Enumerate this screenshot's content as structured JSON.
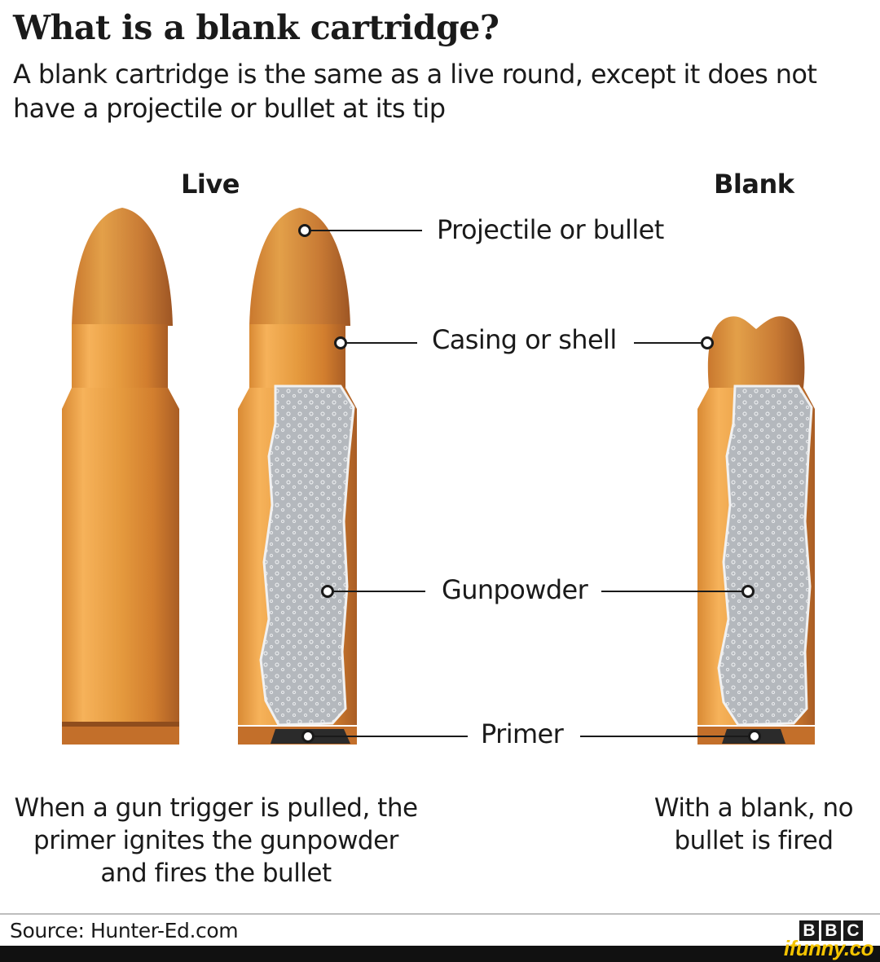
{
  "title": "What is a blank cartridge?",
  "subtitle": "A blank cartridge is the same as a live round, except it does not have a projectile or bullet at its tip",
  "columns": {
    "live": "Live",
    "blank": "Blank"
  },
  "labels": {
    "projectile": "Projectile or bullet",
    "casing": "Casing or shell",
    "gunpowder": "Gunpowder",
    "primer": "Primer"
  },
  "captions": {
    "live": "When a gun trigger is pulled, the primer ignites the gunpowder and fires the bullet",
    "blank": "With a blank, no bullet is fired"
  },
  "source": "Source: Hunter-Ed.com",
  "brand": {
    "letters": [
      "B",
      "B",
      "C"
    ]
  },
  "watermark": "ifunny.co",
  "colors": {
    "brass_light": "#f2a84a",
    "brass_mid": "#e08b2c",
    "brass_dark": "#b5652a",
    "powder": "#b3b7bc",
    "primer": "#2b2b2b",
    "leader_line": "#1a1a1a"
  }
}
